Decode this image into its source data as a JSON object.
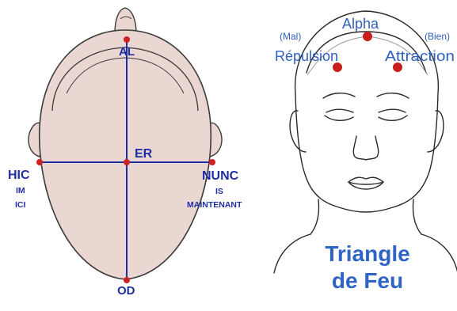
{
  "left_figure": {
    "labels": {
      "top": "AL",
      "center": "ER",
      "bottom": "OD",
      "left": "HIC",
      "left_sub1": "IM",
      "left_sub2": "ICI",
      "right": "NUNC",
      "right_sub1": "IS",
      "right_sub2": "MAINTENANT"
    },
    "colors": {
      "head_fill": "#ead7d2",
      "head_stroke": "#3a3a3a",
      "axis_line": "#1f2fa3",
      "point": "#d12020",
      "label_text": "#1f2fa3"
    }
  },
  "right_figure": {
    "labels": {
      "top_point": "Alpha",
      "left_paren": "(Mal)",
      "left_point": "Répulsion",
      "right_paren": "(Bien)",
      "right_point": "Attraction",
      "title_line1": "Triangle",
      "title_line2": "de Feu"
    },
    "colors": {
      "face_stroke": "#2a2a2a",
      "point": "#c81e1e",
      "label_text": "#2f5fbf",
      "title_text": "#2f63c4"
    }
  }
}
